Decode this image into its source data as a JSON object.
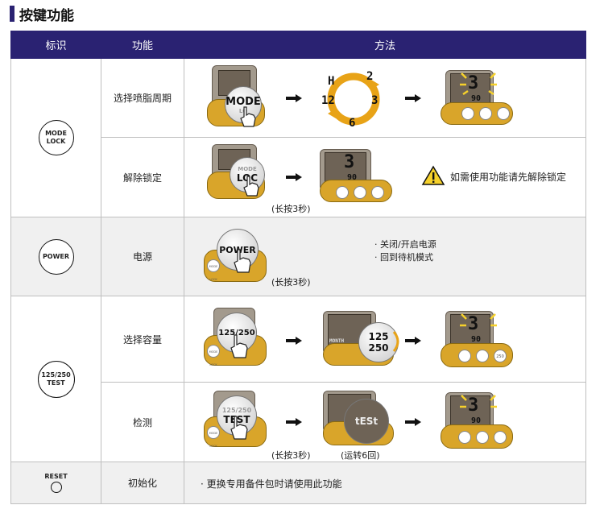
{
  "title": "按键功能",
  "headers": {
    "col1": "标识",
    "col2": "功能",
    "col3": "方法"
  },
  "rows": {
    "mode": {
      "badge_line1": "MODE",
      "badge_line2": "LOCK",
      "func1": "选择喷脂周期",
      "func2": "解除锁定",
      "btn_label": "MODE",
      "btn_sub": "LO",
      "btn_label2": "MODE",
      "btn_sub2": "LOC",
      "cycle": [
        "H",
        "2",
        "3",
        "6",
        "12"
      ],
      "digit1": "3",
      "digit2": "90",
      "hold_note": "(长按3秒)",
      "warning": "如需使用功能请先解除锁定"
    },
    "power": {
      "badge": "POWER",
      "func": "电源",
      "btn_label": "POWER",
      "hold_note": "(长按3秒)",
      "bullets": [
        "· 关闭/开启电源",
        "· 回到待机模式"
      ]
    },
    "volume": {
      "badge_line1": "125/250",
      "badge_line2": "TEST",
      "func1": "选择容量",
      "func2": "检测",
      "btn_label": "125/250",
      "vol_a": "125",
      "vol_b": "250",
      "month": "MONTH",
      "digit1": "3",
      "digit2": "90",
      "digit3": "250",
      "test_btn_top": "125/250",
      "test_btn": "TEST",
      "test_display": "tESt",
      "hold_note": "(长按3秒)",
      "run_note": "(运转6回)"
    },
    "reset": {
      "badge": "RESET",
      "func": "初始化",
      "note": "· 更换专用备件包时请使用此功能"
    }
  },
  "device_btn_labels": {
    "mode": "MODE LOCK",
    "vol": "125/250"
  },
  "colors": {
    "header": "#2a2272",
    "device_base": "#d9a52a",
    "device_body": "#a39a8d",
    "cycle_ring": "#e8a317",
    "spark": "#f6d12b"
  }
}
